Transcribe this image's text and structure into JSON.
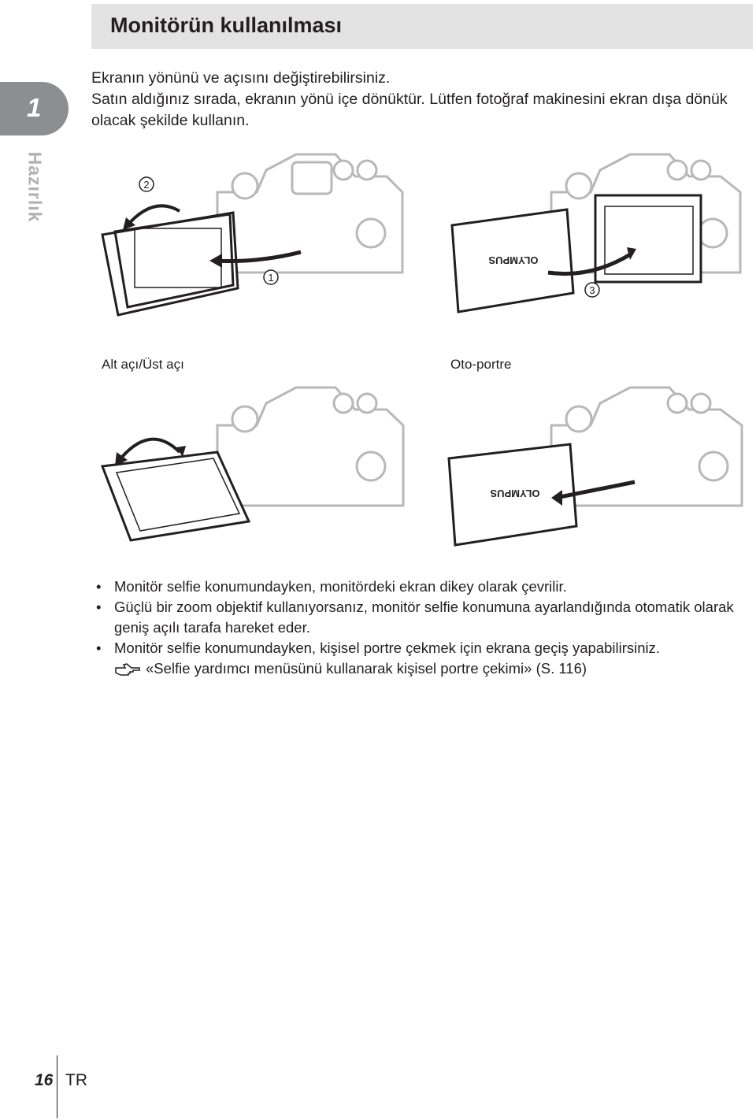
{
  "header": {
    "title": "Monitörün kullanılması"
  },
  "chapter": {
    "number": "1",
    "name": "Hazırlık"
  },
  "intro": [
    "Ekranın yönünü ve açısını değiştirebilirsiniz.",
    "Satın aldığınız sırada, ekranın yönü içe dönüktür. Lütfen fotoğraf makinesini ekran dışa dönük olacak şekilde kullanın."
  ],
  "figures": {
    "tl_step_top": "2",
    "tl_step_mid": "1",
    "tr_step": "3",
    "caption_left": "Alt açı/Üst açı",
    "caption_right": "Oto-portre",
    "brand": "OLYMPUS"
  },
  "bullets": [
    "Monitör selfie konumundayken, monitördeki ekran dikey olarak çevrilir.",
    "Güçlü bir zoom objektif kullanıyorsanız, monitör selfie konumuna ayarlandığında otomatik olarak geniş açılı tarafa hareket eder.",
    "Monitör selfie konumundayken, kişisel portre çekmek için ekrana geçiş yapabilirsiniz."
  ],
  "bullet_symbol": "•",
  "reference": {
    "icon": "reference-hand-icon",
    "text": "«Selfie yardımcı menüsünü kullanarak kişisel portre çekimi» (S. 116)"
  },
  "footer": {
    "page": "16",
    "lang": "TR"
  }
}
